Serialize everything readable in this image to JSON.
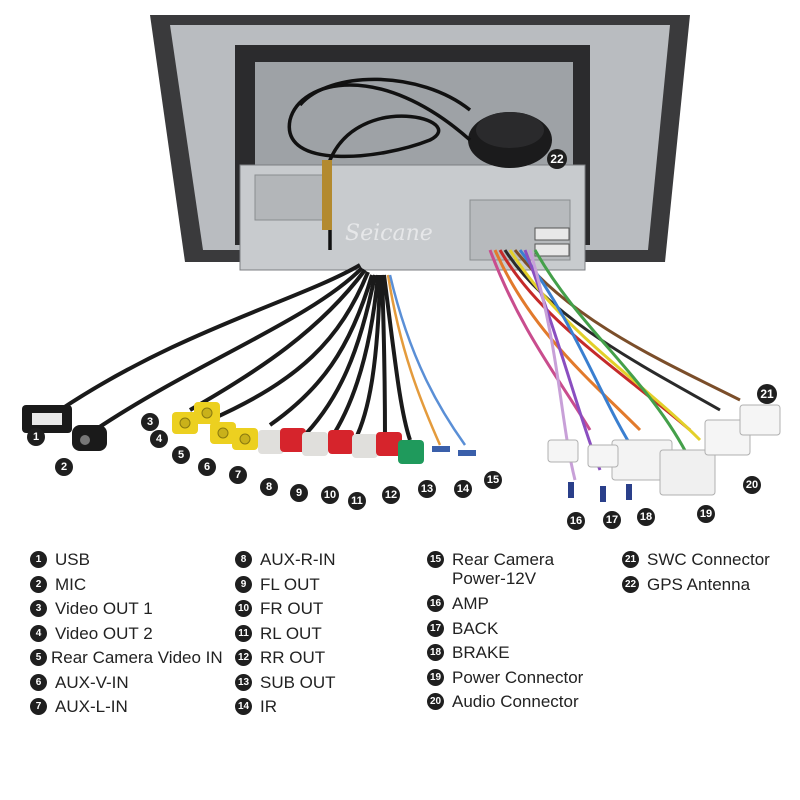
{
  "photo_number_labels": [
    "1",
    "2",
    "3",
    "4",
    "5",
    "6",
    "7",
    "8",
    "9",
    "10",
    "11",
    "12",
    "13",
    "14",
    "15",
    "16",
    "17",
    "18",
    "19",
    "20",
    "21",
    "22"
  ],
  "watermark": "Seicane",
  "legend": [
    {
      "num": "1",
      "label": "USB"
    },
    {
      "num": "2",
      "label": "MIC"
    },
    {
      "num": "3",
      "label": "Video OUT 1"
    },
    {
      "num": "4",
      "label": "Video OUT 2"
    },
    {
      "num": "5",
      "label": "Rear Camera Video IN"
    },
    {
      "num": "6",
      "label": "AUX-V-IN"
    },
    {
      "num": "7",
      "label": "AUX-L-IN"
    },
    {
      "num": "8",
      "label": "AUX-R-IN"
    },
    {
      "num": "9",
      "label": "FL OUT"
    },
    {
      "num": "10",
      "label": "FR OUT"
    },
    {
      "num": "11",
      "label": "RL OUT"
    },
    {
      "num": "12",
      "label": "RR OUT"
    },
    {
      "num": "13",
      "label": "SUB OUT"
    },
    {
      "num": "14",
      "label": "IR"
    },
    {
      "num": "15",
      "label": "Rear Camera\nPower-12V"
    },
    {
      "num": "16",
      "label": "AMP"
    },
    {
      "num": "17",
      "label": "BACK"
    },
    {
      "num": "18",
      "label": "BRAKE"
    },
    {
      "num": "19",
      "label": "Power Connector"
    },
    {
      "num": "20",
      "label": "Audio Connector"
    },
    {
      "num": "21",
      "label": "SWC Connector"
    },
    {
      "num": "22",
      "label": "GPS Antenna"
    }
  ]
}
